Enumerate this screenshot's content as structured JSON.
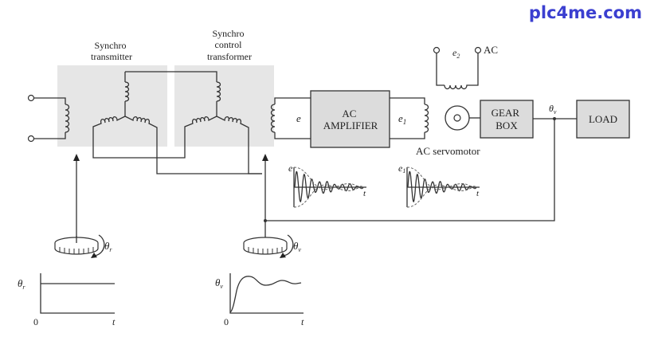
{
  "watermark": "plc4me.com",
  "labels": {
    "synchro_transmitter": [
      "Synchro",
      "transmitter"
    ],
    "synchro_control_transformer": [
      "Synchro",
      "control",
      "transformer"
    ],
    "amplifier": [
      "AC",
      "AMPLIFIER"
    ],
    "gear_box": [
      "GEAR",
      "BOX"
    ],
    "load": "LOAD",
    "servomotor": "AC servomotor",
    "ac": "AC",
    "e": "e",
    "e1": "e",
    "e1_sub": "1",
    "e2": "e",
    "e2_sub": "2",
    "theta_v": "θ",
    "theta_v_sub": "v",
    "theta_r_sub": "r",
    "t": "t",
    "zero": "0"
  },
  "plots": {
    "theta_r": {
      "description": "step input, constant reference angle"
    },
    "theta_v": {
      "description": "underdamped response settling to reference"
    },
    "e_signal": {
      "description": "decaying modulated AC error signal"
    },
    "e1_signal": {
      "description": "amplified decaying modulated AC signal"
    }
  },
  "colors": {
    "watermark": "#3b3fd0",
    "block_fill": "#dcdcdc",
    "shade": "#e6e6e6"
  }
}
